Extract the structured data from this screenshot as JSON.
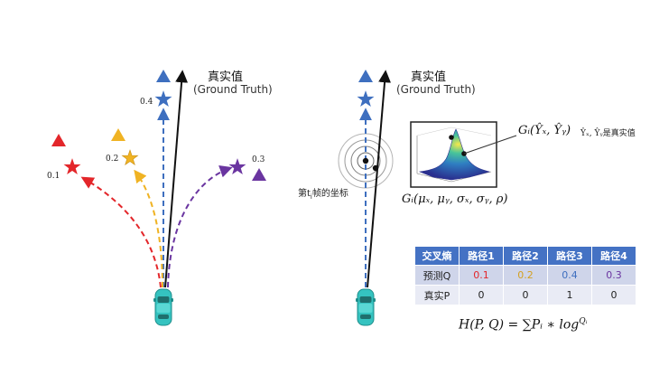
{
  "left_panel": {
    "title_cn": "真实值",
    "title_en": "(Ground Truth)",
    "paths": [
      {
        "label": "0.1",
        "color": "#e3262a"
      },
      {
        "label": "0.2",
        "color": "#f0b323"
      },
      {
        "label": "0.3",
        "color": "#6a35a0"
      },
      {
        "label": "0.4",
        "color": "#3e6fbf"
      }
    ]
  },
  "right_panel": {
    "title_cn": "真实值",
    "title_en": "(Ground Truth)",
    "frame_coord_label_pre": "第t",
    "frame_coord_label_sub": "i",
    "frame_coord_label_post": "帧的坐标",
    "gaussian_params": "Gᵢ(μₓ, μᵧ, σₓ, σᵧ, ρ)",
    "gaussian_at_truth": "Gᵢ(Ŷₓ, Ŷᵧ)",
    "truth_note": "Ŷₓ, Ŷᵧ是真实值"
  },
  "table": {
    "header": [
      "交叉熵",
      "路径1",
      "路径2",
      "路径3",
      "路径4"
    ],
    "rows": [
      {
        "label": "预测Q",
        "values": [
          "0.1",
          "0.2",
          "0.4",
          "0.3"
        ],
        "colors": [
          "#e3262a",
          "#d4a020",
          "#3e6fbf",
          "#6a35a0"
        ]
      },
      {
        "label": "真实P",
        "values": [
          "0",
          "0",
          "1",
          "0"
        ],
        "colors": [
          "#222222",
          "#222222",
          "#222222",
          "#222222"
        ]
      }
    ]
  },
  "formula": "H(P, Q) = ∑Pᵢ ∗ log",
  "formula_sup": "Qᵢ",
  "colors": {
    "red": "#e3262a",
    "yellow": "#f0b323",
    "purple": "#6a35a0",
    "blue": "#3e6fbf",
    "car": "#35c3c0",
    "table_header": "#4472c4"
  }
}
